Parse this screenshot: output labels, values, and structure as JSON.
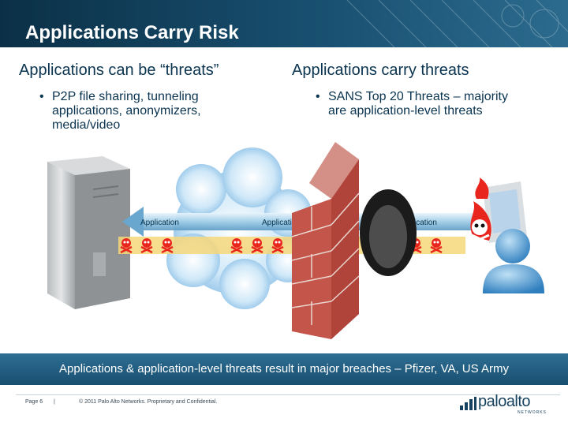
{
  "slide": {
    "title": "Applications Carry Risk",
    "left": {
      "heading": "Applications can be “threats”",
      "bullet_lines": [
        "P2P file sharing, tunneling",
        "applications, anonymizers,",
        "media/video"
      ]
    },
    "right": {
      "heading": "Applications carry threats",
      "bullet_lines": [
        "SANS Top 20 Threats – majority",
        "are application-level threats"
      ]
    },
    "bullet_symbol": "•",
    "illustration": {
      "arrow_labels": [
        "Application",
        "Application",
        "Application"
      ]
    },
    "banner": "Applications & application-level threats result in major breaches – Pfizer, VA, US Army",
    "footer": {
      "page": "Page 6",
      "separator": "|",
      "copyright": "© 2011 Palo Alto Networks. Proprietary and Confidential."
    },
    "logo": {
      "text": "paloalto",
      "subtext": "NETWORKS"
    }
  }
}
